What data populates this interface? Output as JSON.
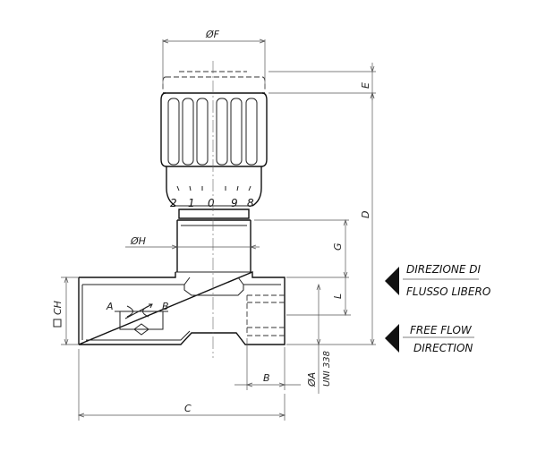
{
  "dimensions": {
    "F": "ØF",
    "E": "E",
    "D": "D",
    "H": "ØH",
    "G": "G",
    "L": "L",
    "CH": "CH",
    "B": "B",
    "C": "C",
    "A": "ØA",
    "A_std": "UNI 338"
  },
  "knob_scale": [
    "2",
    "1",
    "0",
    "9",
    "8"
  ],
  "symbol": {
    "port_a": "A",
    "port_b": "B"
  },
  "callouts": {
    "it_line1": "DIREZIONE DI",
    "it_line2": "FLUSSO LIBERO",
    "en_line1": "FREE FLOW",
    "en_line2": "DIRECTION"
  }
}
